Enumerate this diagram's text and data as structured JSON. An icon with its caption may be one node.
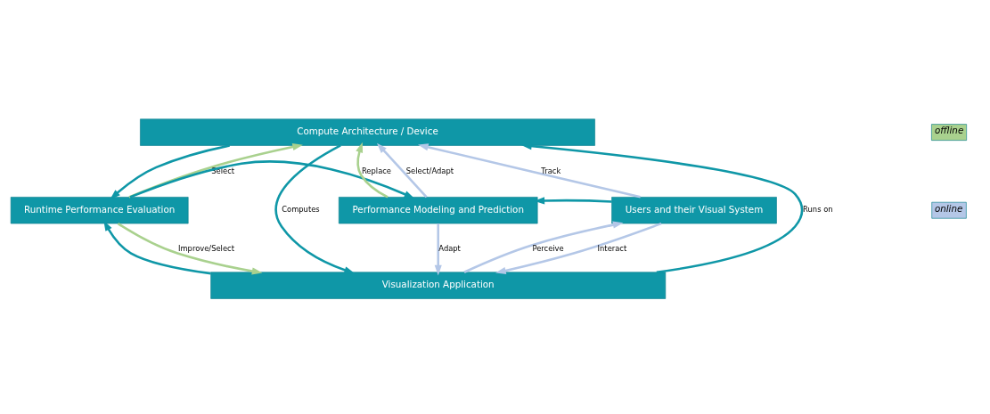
{
  "diagram": {
    "nodes": [
      {
        "text": [
          "Compute Architecture / Device"
        ]
      },
      {
        "text": [
          "Runtime Performance Evaluation"
        ]
      },
      {
        "text": [
          "Performance Modeling and Prediction"
        ]
      },
      {
        "text": [
          "Users and their Visual System"
        ]
      },
      {
        "text": [
          "Visualization Application"
        ]
      }
    ],
    "edges": [
      {
        "from": 0,
        "to": 1,
        "arrow": "to"
      },
      {
        "from": 4,
        "to": 1,
        "arrow": "to"
      },
      {
        "from": 1,
        "to": 2,
        "arrow": "to"
      },
      {
        "from": 3,
        "to": 2,
        "arrow": "to"
      },
      {
        "from": 1,
        "to": 0,
        "arrow": "to",
        "label": "Select",
        "color": "#a9d18e"
      },
      {
        "from": 2,
        "to": 0,
        "arrow": "to",
        "label": "Replace",
        "color": "#a9d18e"
      },
      {
        "from": 2,
        "to": 0,
        "arrow": "to",
        "label": "Select/Adapt",
        "color": "#b4c7e7"
      },
      {
        "from": 3,
        "to": 0,
        "arrow": "to",
        "label": "Track",
        "color": "#b4c7e7"
      },
      {
        "from": 1,
        "to": 4,
        "arrow": "to",
        "label": "Improve/Select",
        "color": "#a9d18e"
      },
      {
        "from": 2,
        "to": 4,
        "arrow": "to",
        "label": "Adapt",
        "color": "#b4c7e7"
      },
      {
        "from": 3,
        "to": 4,
        "arrow": "to",
        "label": "Interact",
        "color": "#b4c7e7"
      },
      {
        "from": 4,
        "to": 3,
        "arrow": "to",
        "label": "Perceive",
        "color": "#b4c7e7"
      },
      {
        "from": 4,
        "to": 0,
        "arrow": "to",
        "label": "Runs on"
      },
      {
        "from": 0,
        "to": 4,
        "arrow": "to",
        "label": "Computes"
      }
    ],
    "legend": [
      {
        "text": "offline",
        "color": "#a9d18e"
      },
      {
        "text": "online",
        "color": "#b4c7e7"
      }
    ]
  }
}
